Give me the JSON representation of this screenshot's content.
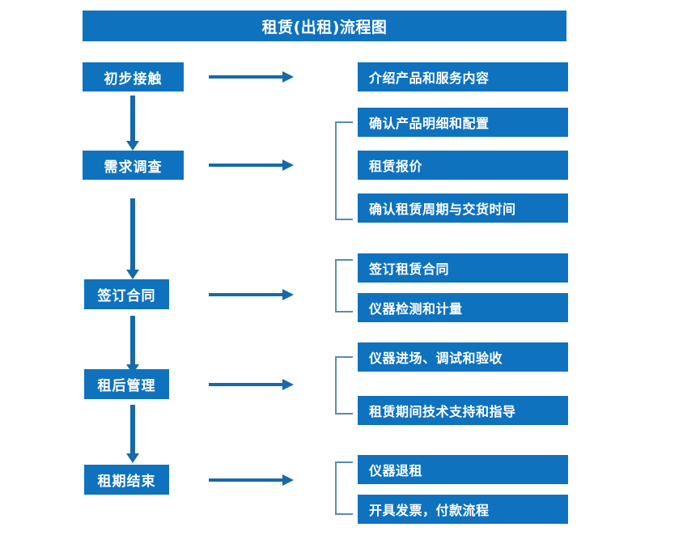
{
  "diagram": {
    "title": "租赁(出租)流程图",
    "colors": {
      "box_blue": "#0f72bf",
      "arrow_blue": "#1769ab",
      "bracket_blue": "#5b8ab5",
      "text_white": "#ffffff",
      "background": "#ffffff"
    },
    "stages": [
      {
        "label": "初步接触",
        "details": [
          "介绍产品和服务内容"
        ]
      },
      {
        "label": "需求调查",
        "details": [
          "确认产品明细和配置",
          "租赁报价",
          "确认租赁周期与交货时间"
        ]
      },
      {
        "label": "签订合同",
        "details": [
          "签订租赁合同",
          "仪器检测和计量"
        ]
      },
      {
        "label": "租后管理",
        "details": [
          "仪器进场、调试和验收",
          "租赁期间技术支持和指导"
        ]
      },
      {
        "label": "租期结束",
        "details": [
          "仪器退租",
          "开具发票，付款流程"
        ]
      }
    ]
  }
}
